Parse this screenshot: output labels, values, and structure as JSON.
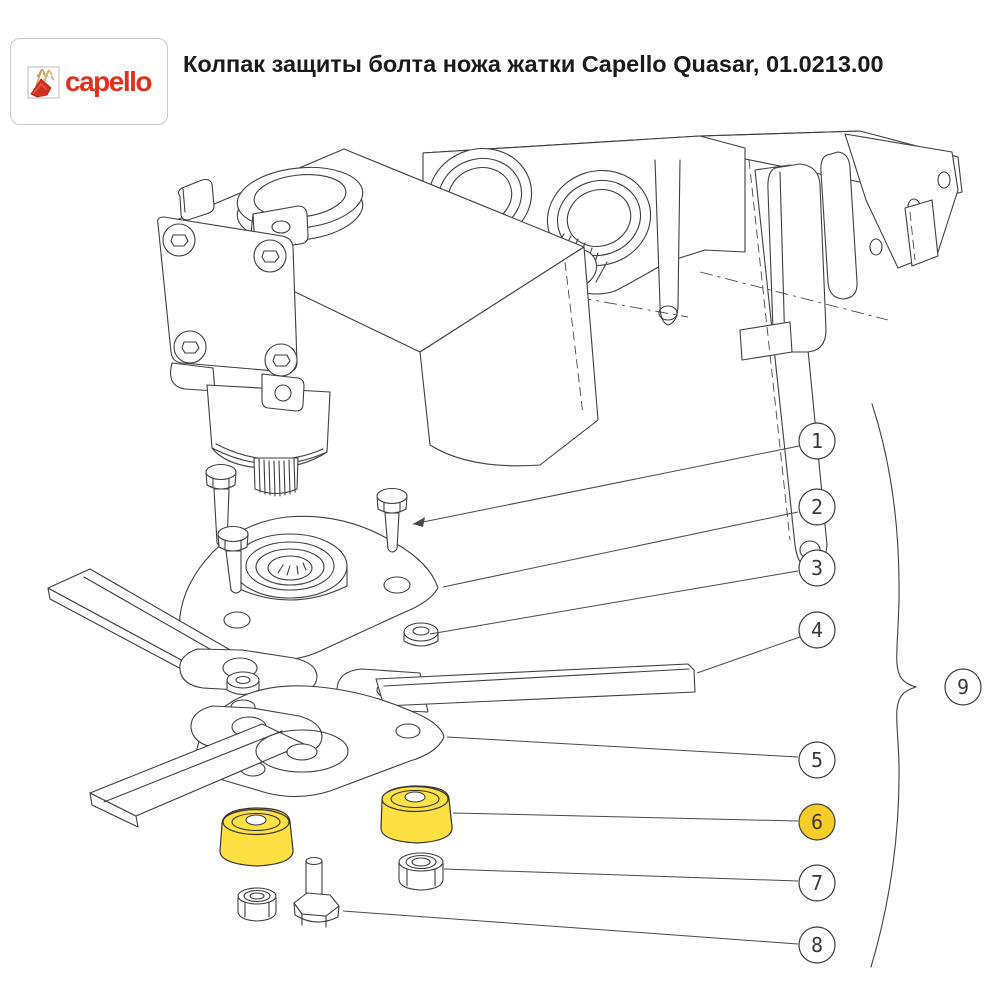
{
  "header": {
    "logo_text": "capello",
    "title": "Колпак защиты болта ножа жатки Capello Quasar, 01.0213.00"
  },
  "diagram": {
    "callouts": [
      {
        "label": "1",
        "highlighted": false
      },
      {
        "label": "2",
        "highlighted": false
      },
      {
        "label": "3",
        "highlighted": false
      },
      {
        "label": "4",
        "highlighted": false
      },
      {
        "label": "5",
        "highlighted": false
      },
      {
        "label": "6",
        "highlighted": true
      },
      {
        "label": "7",
        "highlighted": false
      },
      {
        "label": "8",
        "highlighted": false
      },
      {
        "label": "9",
        "highlighted": false
      }
    ],
    "colors": {
      "highlight_callout": "#F6CD27",
      "highlighted_part": "#FFE042",
      "line": "#3F3F3F",
      "logo_red": "#E2311F",
      "title_text": "#1B1B1B"
    }
  }
}
